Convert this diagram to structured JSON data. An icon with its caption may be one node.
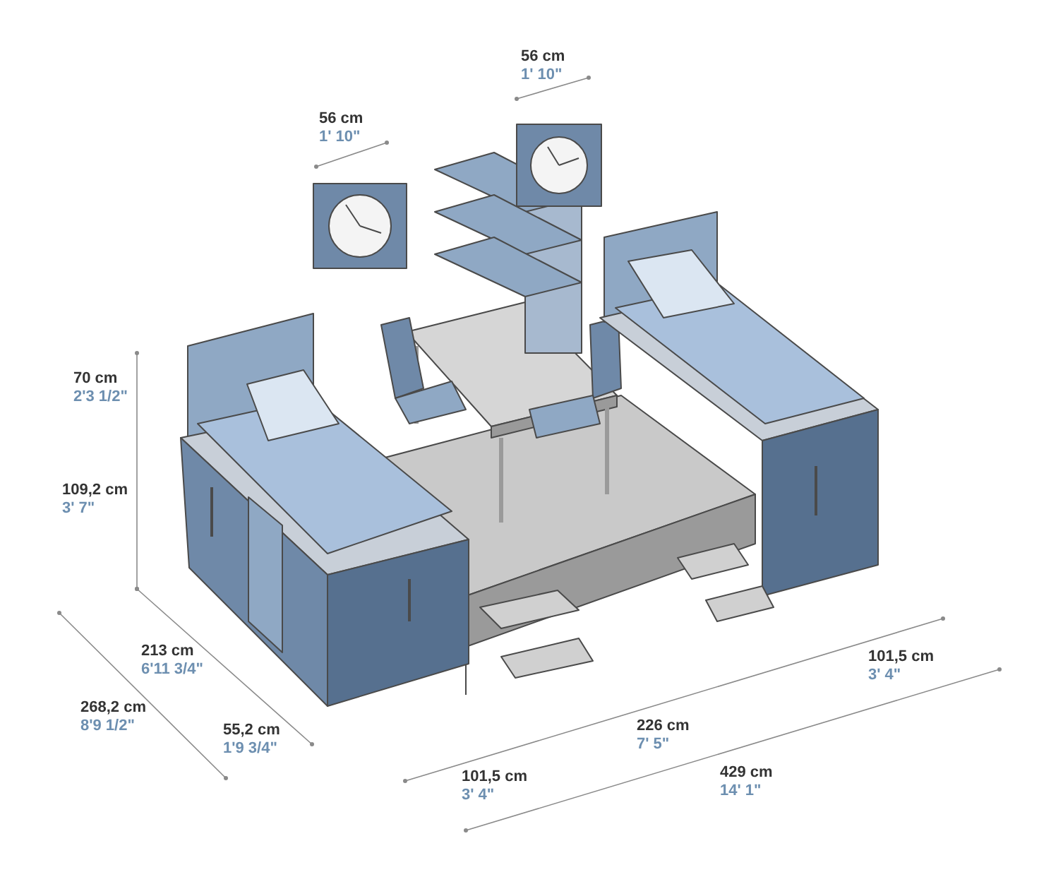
{
  "diagram": {
    "labels": [
      "56 cm",
      "1' 10\"",
      "56 cm",
      "1' 10\"",
      "70 cm",
      "2'3 1/2\"",
      "109,2 cm",
      "3' 7\"",
      "213 cm",
      "6'11 3/4\"",
      "101,5 cm",
      "3' 4\"",
      "268,2 cm",
      "8'9 1/2\"",
      "55,2 cm",
      "1'9 3/4\"",
      "226 cm",
      "7' 5\"",
      "101,5 cm",
      "3' 4\"",
      "429 cm",
      "14' 1\""
    ]
  }
}
